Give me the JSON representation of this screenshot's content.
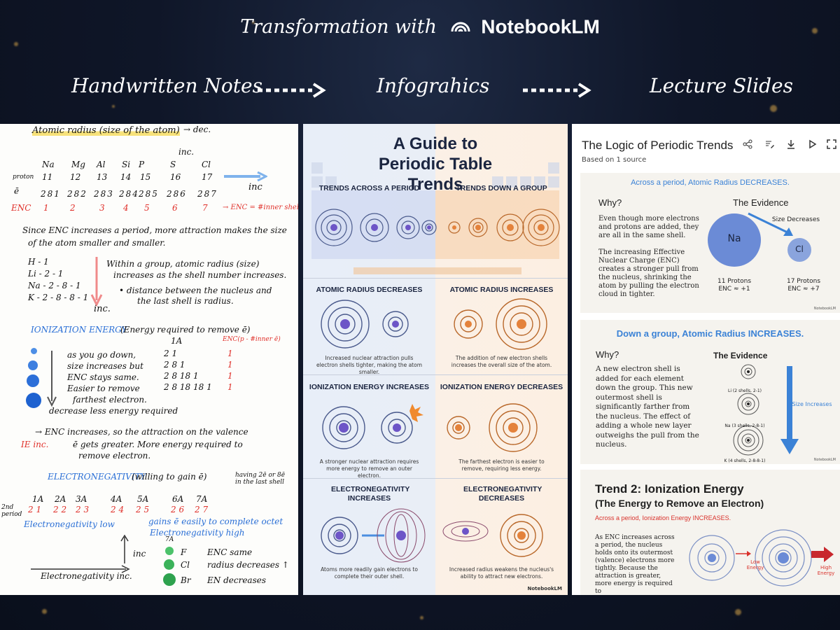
{
  "header": {
    "prefix": "Transformation with",
    "brand": "NotebookLM",
    "stages": [
      "Handwritten Notes",
      "Infograhics",
      "Lecture Slides"
    ]
  },
  "notes": {
    "title": "Atomic radius (size of the atom)",
    "dec": "→ dec.",
    "inc_top": "inc.",
    "elements": [
      "Na",
      "Mg",
      "Al",
      "Si",
      "P",
      "S",
      "Cl"
    ],
    "protons_label": "proton",
    "protons": [
      "11",
      "12",
      "13",
      "14",
      "15",
      "16",
      "17"
    ],
    "e_label": "ē",
    "configs": [
      "281",
      "282",
      "283",
      "284",
      "285",
      "286",
      "287"
    ],
    "inc_arrow": "inc",
    "enc_label": "ENC",
    "enc_values": [
      "1",
      "2",
      "3",
      "4",
      "5",
      "6",
      "7"
    ],
    "enc_note": "→ ENC = #inner shell",
    "line1": "Since ENC increases a period, more attraction makes the size",
    "line2": "of the atom smaller and smaller.",
    "group_rows": [
      "H - 1",
      "Li - 2 - 1",
      "Na - 2 - 8 - 1",
      "K - 2 - 8 - 8 - 1"
    ],
    "group_inc": "inc.",
    "group_text1": "Within a group, atomic radius (size)",
    "group_text2": "increases as the shell number increases.",
    "group_text3": "• distance between the nucleus and",
    "group_text4": "the last shell is radius.",
    "ie_title": "IONIZATION ENERGY",
    "ie_def": "(Energy required to remove ē)",
    "ie_enc": "ENC(p - #inner ē)",
    "ie_col": "1A",
    "ie_rows": [
      "2 1",
      "2 8 1",
      "2 8 18 1",
      "2 8 18 18 1"
    ],
    "ie_enc_vals": [
      "1",
      "1",
      "1",
      "1"
    ],
    "ie_lines": [
      "as you go down,",
      "size increases but",
      "ENC stays same.",
      "Easier to remove",
      "farthest electron."
    ],
    "ie_decrease": "decrease   less energy required",
    "ie_inc_line1": "→ ENC increases, so the attraction on the valence",
    "ie_inc_line2": "ē gets greater. More energy required to",
    "ie_inc_line3": "remove electron.",
    "ie_inc_label": "IE inc.",
    "en_title": "ELECTRONEGATIVITY",
    "en_def": "(willing to gain ē)",
    "en_side": "having 2ē or 8ē in the last shell",
    "en_groups": [
      "1A",
      "2A",
      "3A",
      "4A",
      "5A",
      "6A",
      "7A"
    ],
    "en_period": "2nd period",
    "en_values": [
      "2 1",
      "2 2",
      "2 3",
      "2 4",
      "2 5",
      "2 6",
      "2 7"
    ],
    "en_low": "Electronegativity low",
    "en_high1": "gains ē easily to complete octet",
    "en_high2": "Electronegativity high",
    "en_inc": "inc",
    "en_7a": "7A",
    "halogens": [
      "F",
      "Cl",
      "Br"
    ],
    "hal_text": [
      "ENC same",
      "radius decreases ↑",
      "EN decreases"
    ],
    "en_bottom": "Electronegativity inc."
  },
  "infographic": {
    "title": "A Guide to Periodic Table Trends",
    "left_head": "TRENDS ACROSS A PERIOD",
    "right_head": "TRENDS DOWN A GROUP",
    "sections": [
      {
        "left": "ATOMIC RADIUS DECREASES",
        "right": "ATOMIC RADIUS INCREASES",
        "left_cap": "Increased nuclear attraction pulls electron shells tighter, making the atom smaller.",
        "right_cap": "The addition of new electron shells increases the overall size of the atom."
      },
      {
        "left": "IONIZATION ENERGY INCREASES",
        "right": "IONIZATION ENERGY DECREASES",
        "left_cap": "A stronger nuclear attraction requires more energy to remove an outer electron.",
        "right_cap": "The farthest electron is easier to remove, requiring less energy."
      },
      {
        "left": "ELECTRONEGATIVITY INCREASES",
        "right": "ELECTRONEGATIVITY DECREASES",
        "left_cap": "Atoms more readily gain electrons to complete their outer shell.",
        "right_cap": "Increased radius weakens the nucleus's ability to attract new electrons."
      }
    ],
    "footer": "NotebookLM"
  },
  "slides": {
    "title": "The Logic of Periodic Trends",
    "subtitle": "Based on 1 source",
    "slide1": {
      "head": "Across a period, Atomic Radius DECREASES.",
      "why": "Why?",
      "evidence": "The Evidence",
      "body1": "Even though more electrons and protons are added, they are all in the same shell.",
      "body2": "The increasing Effective Nuclear Charge (ENC) creates a stronger pull from the nucleus, shrinking the atom by pulling the electron cloud in tighter.",
      "size_label": "Size Decreases",
      "big": "Na",
      "small": "Cl",
      "big_caption1": "11 Protons",
      "big_caption2": "ENC ≈ +1",
      "small_caption1": "17 Protons",
      "small_caption2": "ENC ≈ +7",
      "mini": "NotebookLM"
    },
    "slide2": {
      "head": "Down a group, Atomic Radius INCREASES.",
      "why": "Why?",
      "evidence": "The Evidence",
      "body": "A new electron shell is added for each element down the group. This new outermost shell is significantly farther from the nucleus. The effect of adding a whole new layer outweighs the pull from the nucleus.",
      "atoms": [
        "Li (2 shells, 2-1)",
        "Na (3 shells, 2-8-1)",
        "K (4 shells, 2-8-8-1)"
      ],
      "size_label": "Size Increases",
      "mini": "NotebookLM"
    },
    "slide3": {
      "head1": "Trend 2: Ionization Energy",
      "head2": "(The Energy to Remove an Electron)",
      "sub": "Across a period, Ionization Energy INCREASES.",
      "body": "As ENC increases across a period, the nucleus holds onto its outermost (valence) electrons more tightly. Because the attraction is greater, more energy is required to",
      "low": "Low Energy",
      "high": "High Energy"
    }
  },
  "colors": {
    "accent_blue": "#3b82d6",
    "accent_red": "#d9322c",
    "notebook_green": "#28a745"
  }
}
